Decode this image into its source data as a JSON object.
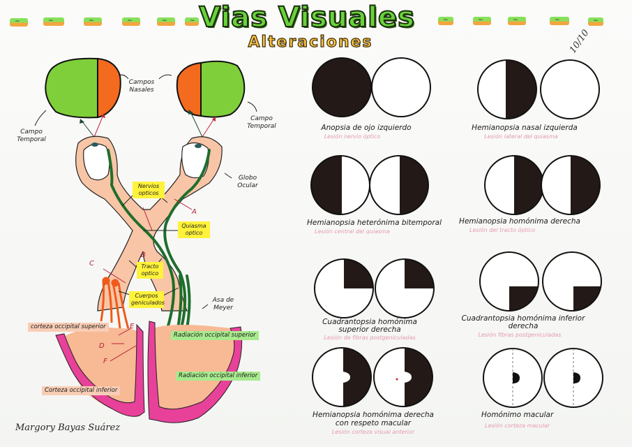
{
  "header": {
    "title": "Vias Visuales",
    "subtitle": "Alteraciones",
    "grade": "10/10",
    "decor_left_count": 6,
    "decor_right_count": 5,
    "colors": {
      "title_fill": "#67d339",
      "subtitle_fill": "#f7c246",
      "dash_green": "#88e05a",
      "dash_orange": "#f2a640"
    }
  },
  "diagram": {
    "colors": {
      "nasal_field": "#f46a1f",
      "temporal_field": "#7fcf3a",
      "pathway_green": "#1f6e2c",
      "pathway_peach": "#f6b892",
      "cortex_pink": "#e8419a"
    },
    "labels": {
      "campos_nasales": "Campos Nasales",
      "campo_temporal_left": "Campo Temporal",
      "campo_temporal_right": "Campo Temporal",
      "globo_ocular": "Globo Ocular",
      "nervios_opticos": "Nervios opticos",
      "quiasma_optico": "Quiasma optico",
      "tracto_optico": "Tracto optico",
      "cuerpos_geniculados": "Cuerpos geniculados",
      "asa_de_meyer": "Asa de Meyer",
      "corteza_occipital_superior": "corteza occipital superior",
      "corteza_occipital_inferior": "Corteza occipital inferior",
      "radiacion_occipital_superior": "Radiación occipital superior",
      "radiacion_occipital_inferior": "Radiación occipital inferior"
    },
    "lesion_points": [
      "A",
      "B",
      "C",
      "D",
      "E",
      "F"
    ]
  },
  "alterations": [
    {
      "name": "Anopsia de ojo izquierdo",
      "lesion": "Lesión nervio óptico",
      "left": "full",
      "right": "none"
    },
    {
      "name": "Hemianopsia nasal izquierda",
      "lesion": "Lesión lateral del quiasma",
      "left": "right-half",
      "right": "none"
    },
    {
      "name": "Hemianopsia heterónima bitemporal",
      "lesion": "Lesión central del quiasma",
      "left": "left-half",
      "right": "right-half"
    },
    {
      "name": "Hemianopsia homónima derecha",
      "lesion": "Lesión del tracto óptico",
      "left": "right-half",
      "right": "right-half"
    },
    {
      "name": "Cuadrantopsia homónima superior derecha",
      "lesion": "Lesión de fibras postgeniculadas",
      "left": "upper-right",
      "right": "upper-right"
    },
    {
      "name": "Cuadrantopsia homónima inferior derecha",
      "lesion": "Lesión fibras postgeniculadas",
      "left": "lower-right",
      "right": "lower-right"
    },
    {
      "name": "Hemianopsia homónima derecha con respeto macular",
      "lesion": "Lesión corteza visual anterior",
      "left": "right-half-macular",
      "right": "right-half-macular"
    },
    {
      "name": "Homónimo macular",
      "lesion": "Lesión corteza macular",
      "left": "macular",
      "right": "macular"
    }
  ],
  "author": "Margory Bayas Suárez"
}
